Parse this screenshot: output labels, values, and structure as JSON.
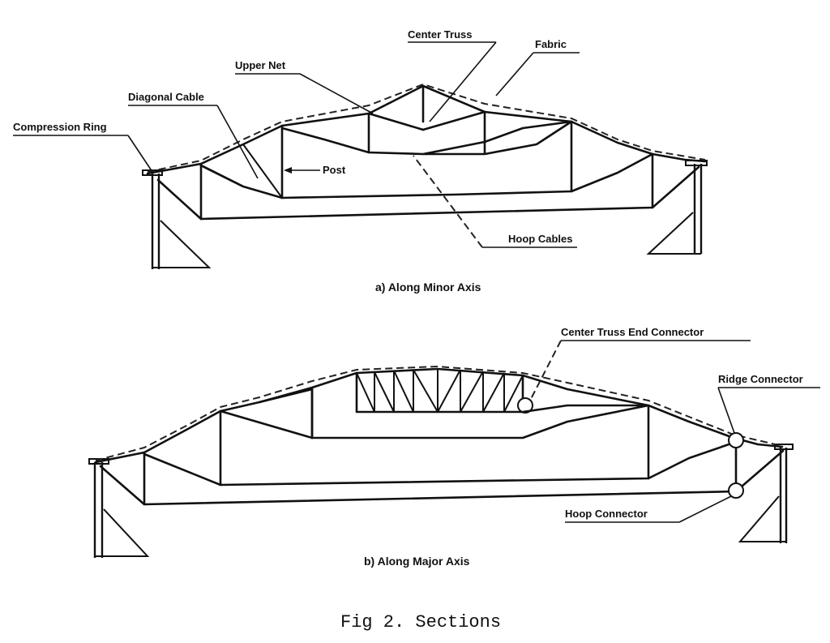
{
  "section_a": {
    "caption": "a) Along Minor Axis",
    "labels": {
      "center_truss": "Center Truss",
      "fabric": "Fabric",
      "upper_net": "Upper Net",
      "diagonal_cable": "Diagonal Cable",
      "compression_ring": "Compression Ring",
      "post": "Post",
      "hoop_cables": "Hoop Cables"
    }
  },
  "section_b": {
    "caption": "b) Along Major Axis",
    "labels": {
      "center_truss_end_connector": "Center Truss End Connector",
      "ridge_connector": "Ridge Connector",
      "hoop_connector": "Hoop Connector"
    }
  },
  "figure_caption": "Fig 2. Sections"
}
